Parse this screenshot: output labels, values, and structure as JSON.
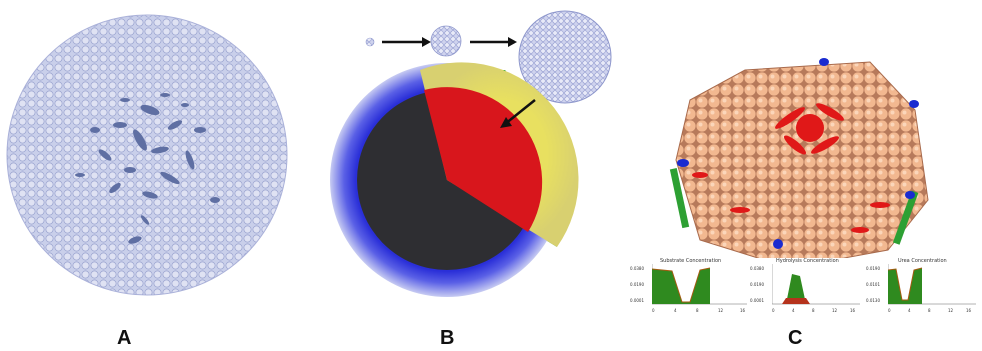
{
  "panels": {
    "a": {
      "label": "A"
    },
    "b": {
      "label": "B"
    },
    "c": {
      "label": "C"
    }
  },
  "insets": {
    "left": {
      "title": "Substrate Concentration",
      "yticks": [
        "0.0380",
        "0.0190",
        "0.0001"
      ],
      "xticks": [
        "0",
        "4",
        "8",
        "12",
        "16"
      ]
    },
    "middle": {
      "title": "Hydrolysis Concentration",
      "yticks": [
        "0.0380",
        "0.0190",
        "0.0001"
      ],
      "xticks": [
        "0",
        "4",
        "8",
        "12",
        "16"
      ]
    },
    "right": {
      "title": "Urea Concentration",
      "yticks": [
        "0.0190",
        "0.0101",
        "0.0130"
      ],
      "xticks": [
        "0",
        "4",
        "8",
        "12",
        "16"
      ]
    }
  },
  "colors": {
    "membrane": "#c9cfea",
    "dark_patch": "#5f6fa3",
    "core": "#2e2e32",
    "necrotic": "#d8161c",
    "proliferating": "#e8e060",
    "wedge": "#1fa22c",
    "shell_blue": "#2a2fd8",
    "cell_peach": "#f2b890"
  }
}
